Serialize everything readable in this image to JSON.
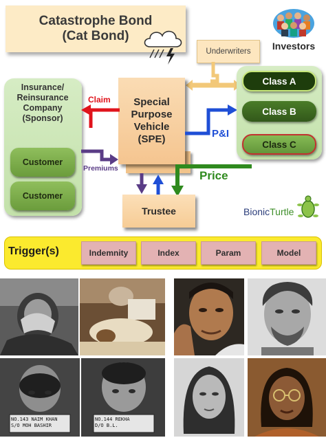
{
  "diagram": {
    "title_line1": "Catastrophe Bond",
    "title_line2": "(Cat Bond)",
    "investors_label": "Investors",
    "underwriters_label": "Underwriters",
    "sponsor": {
      "line1": "Insurance/",
      "line2": "Reinsurance",
      "line3": "Company",
      "line4": "(Sponsor)"
    },
    "customers": [
      "Customer",
      "Customer"
    ],
    "spe": {
      "line1": "Special",
      "line2": "Purpose",
      "line3": "Vehicle",
      "line4": "(SPE)"
    },
    "claim_label": "Claim",
    "premiums_label": "Premiums",
    "pi_label": "P&I",
    "price_label": "Price",
    "trustee_label": "Trustee",
    "classes": [
      "Class A",
      "Class B",
      "Class C"
    ],
    "brand": {
      "part1": "Bionic",
      "part2": "Turtle"
    },
    "triggers_label": "Trigger(s)",
    "triggers": [
      "Indemnity",
      "Index",
      "Param",
      "Model"
    ],
    "colors": {
      "claim_arrow": "#e0141c",
      "premiums_arrow": "#5a3c86",
      "pi_arrow": "#1f4fd6",
      "price_arrow": "#2f8a1e",
      "trigger_bar": "#fbea2e",
      "class_a": "#1e3d0c",
      "class_b": "#3a6b1e",
      "class_c": "#6ea33f"
    }
  },
  "photos": [
    {
      "id": "crying-child-photo"
    },
    {
      "id": "injured-child-photo"
    },
    {
      "id": "mugshot-child-1",
      "placard_line1": "NO.143 NAIM KHAN",
      "placard_line2": "S/O MOH BASHIR"
    },
    {
      "id": "mugshot-child-2",
      "placard_line1": "NO.144 REKHA",
      "placard_line2": "D/O B.L."
    },
    {
      "id": "portrait-man-hand"
    },
    {
      "id": "portrait-man-beard"
    },
    {
      "id": "portrait-woman-1"
    },
    {
      "id": "portrait-woman-2"
    }
  ]
}
